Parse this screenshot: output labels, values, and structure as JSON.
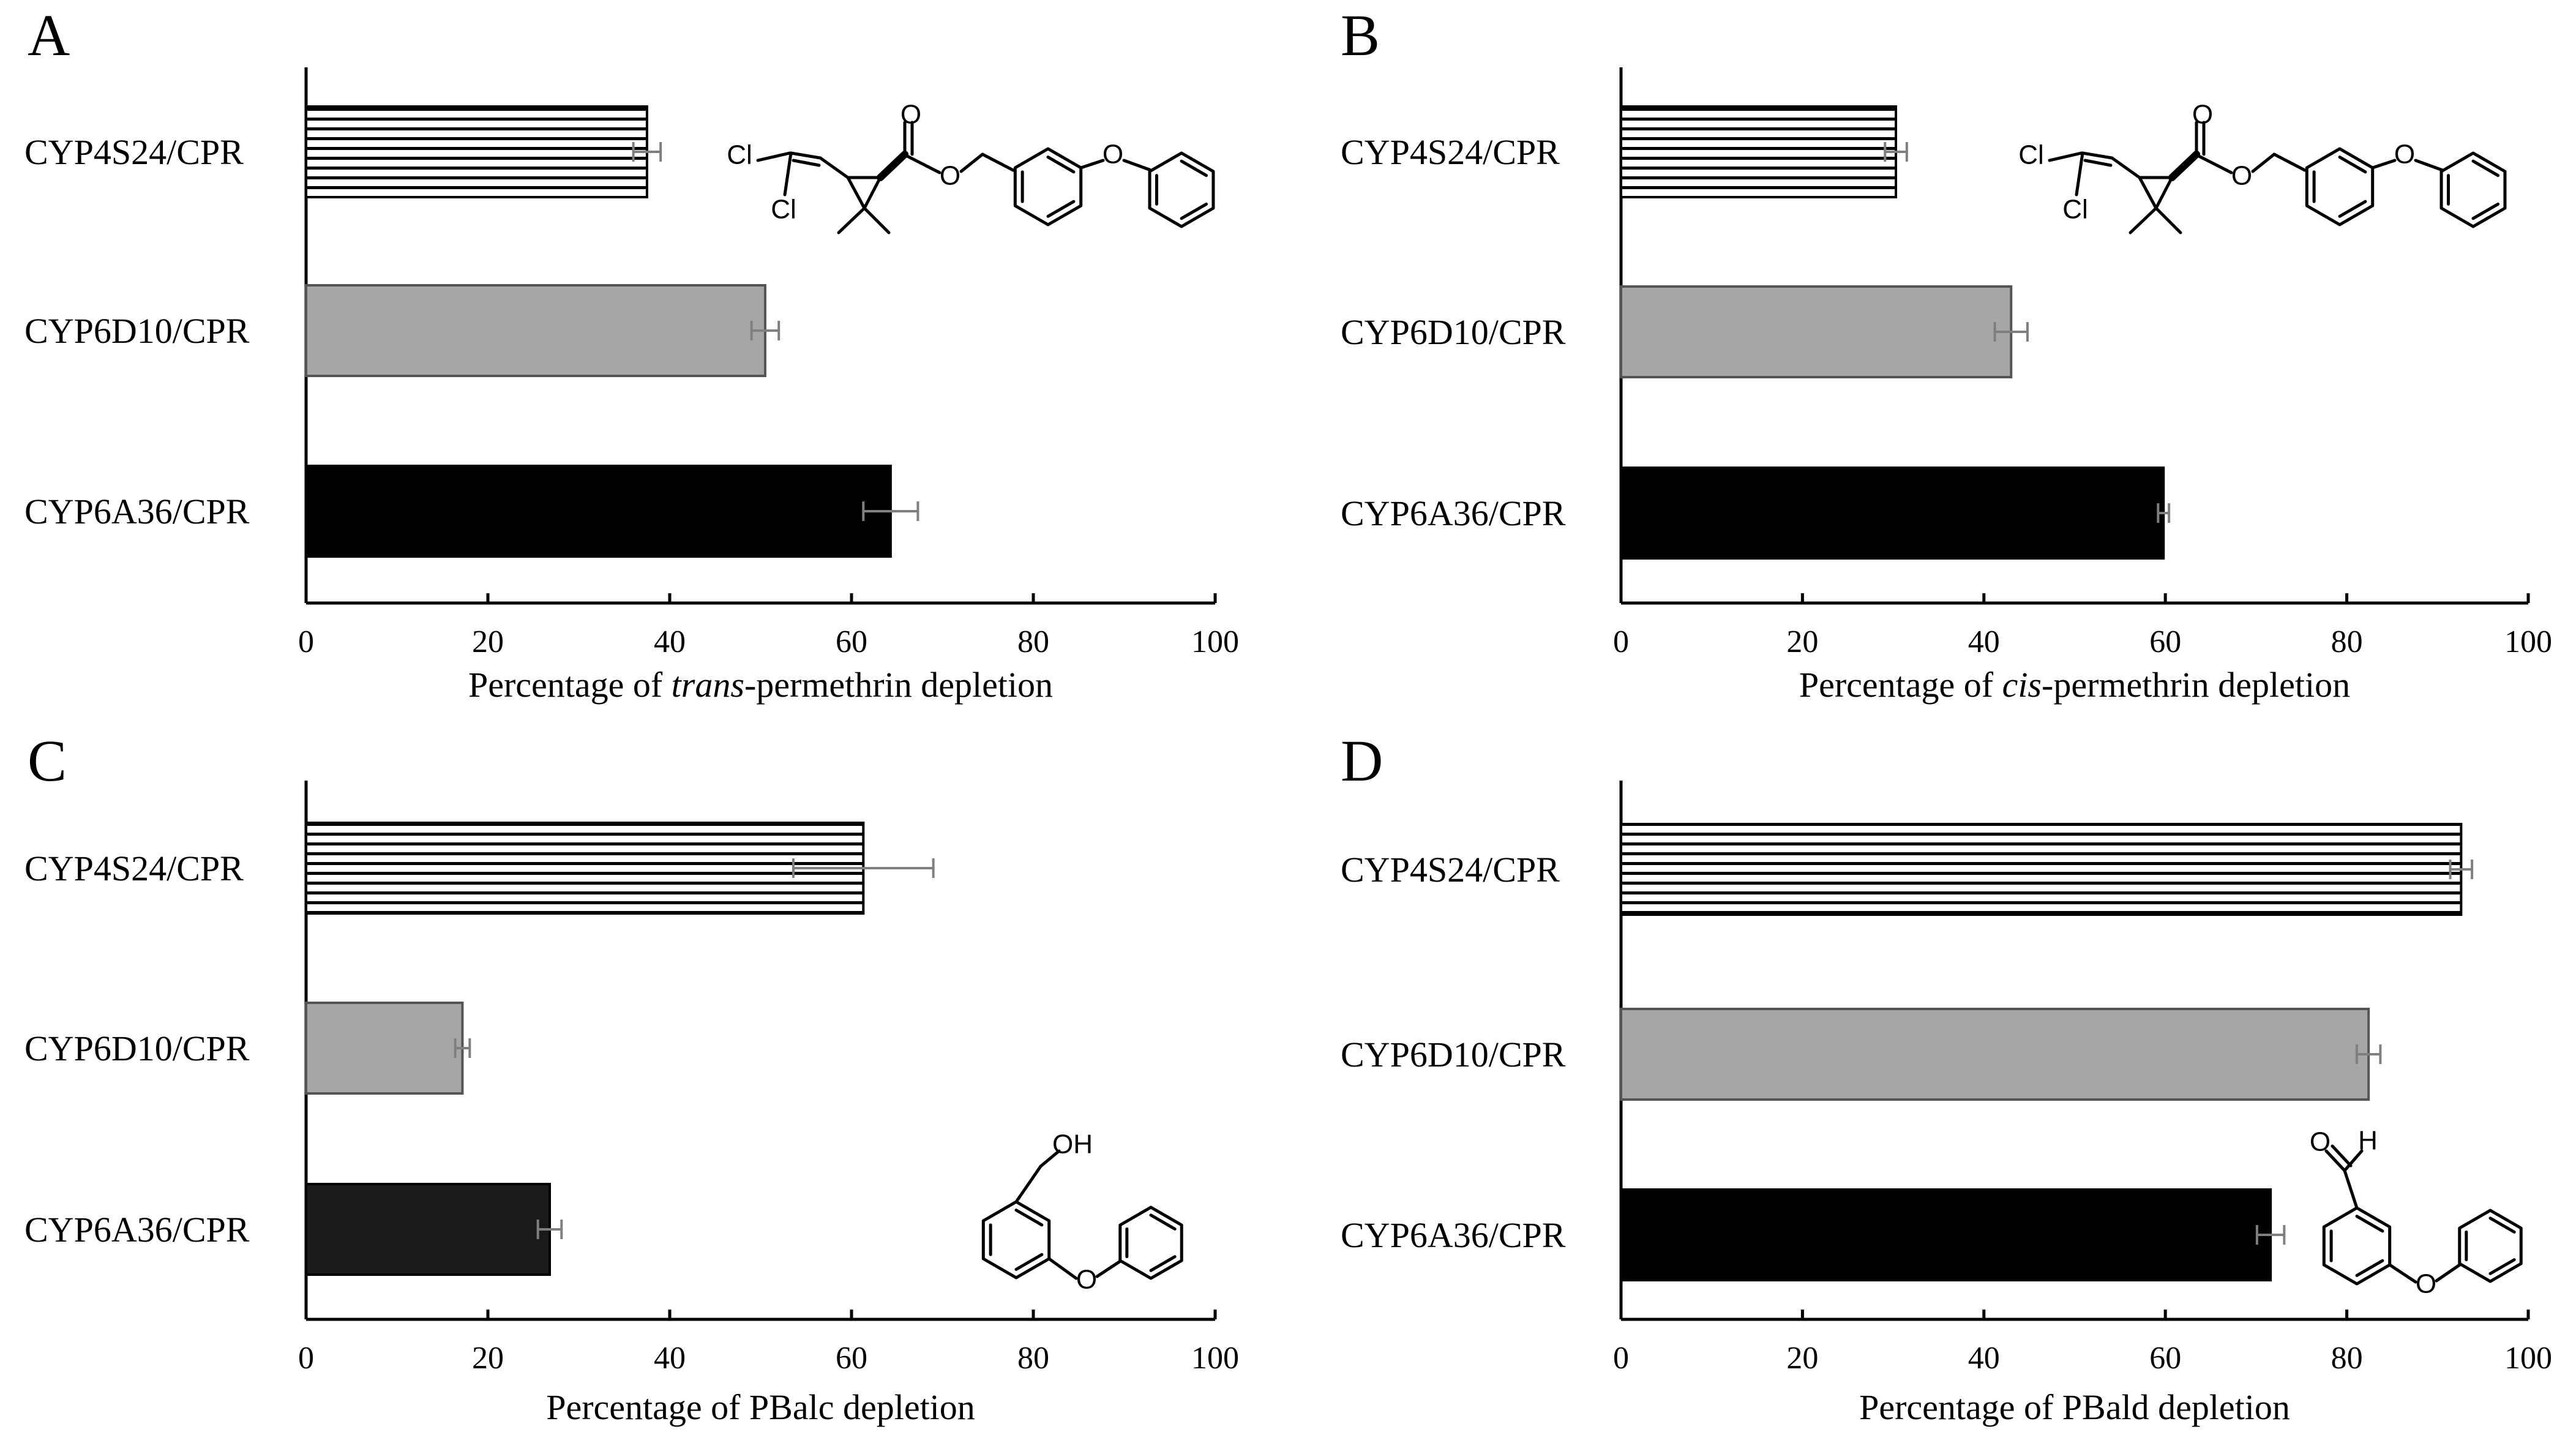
{
  "chart_data": [
    {
      "type": "bar",
      "orientation": "horizontal",
      "panel": "A",
      "categories": [
        "CYP4S24/CPR",
        "CYP6D10/CPR",
        "CYP6A36/CPR"
      ],
      "values": [
        37.5,
        50.5,
        64.3
      ],
      "errors": [
        1.5,
        1.5,
        3.0
      ],
      "bar_styles": [
        "striped",
        "gray",
        "black"
      ],
      "colors": [
        "#ffffff",
        "#a6a6a6",
        "#000000"
      ],
      "xlim": [
        0,
        100
      ],
      "xticks": [
        0,
        20,
        40,
        60,
        80,
        100
      ],
      "xlabel_before": "Percentage of ",
      "xlabel_italic": "trans",
      "xlabel_after": "-permethrin depletion",
      "structure": "permethrin",
      "structure_position": "top-right"
    },
    {
      "type": "bar",
      "orientation": "horizontal",
      "panel": "B",
      "categories": [
        "CYP4S24/CPR",
        "CYP6D10/CPR",
        "CYP6A36/CPR"
      ],
      "values": [
        30.3,
        43.0,
        59.8
      ],
      "errors": [
        1.2,
        1.8,
        0.6
      ],
      "bar_styles": [
        "striped",
        "gray",
        "black"
      ],
      "colors": [
        "#ffffff",
        "#a6a6a6",
        "#000000"
      ],
      "xlim": [
        0,
        100
      ],
      "xticks": [
        0,
        20,
        40,
        60,
        80,
        100
      ],
      "xlabel_before": "Percentage of ",
      "xlabel_italic": "cis",
      "xlabel_after": "-permethrin depletion",
      "structure": "permethrin",
      "structure_position": "top-right"
    },
    {
      "type": "bar",
      "orientation": "horizontal",
      "panel": "C",
      "categories": [
        "CYP4S24/CPR",
        "CYP6D10/CPR",
        "CYP6A36/CPR"
      ],
      "values": [
        61.3,
        17.2,
        26.8
      ],
      "errors": [
        7.7,
        0.8,
        1.3
      ],
      "bar_styles": [
        "striped",
        "gray",
        "black"
      ],
      "colors": [
        "#ffffff",
        "#a6a6a6",
        "#1a1a1a"
      ],
      "xlim": [
        0,
        100
      ],
      "xticks": [
        0,
        20,
        40,
        60,
        80,
        100
      ],
      "xlabel_before": "Percentage of PBalc depletion",
      "xlabel_italic": "",
      "xlabel_after": "",
      "structure": "pbalc",
      "structure_position": "bottom-right",
      "structure_labels": [
        "OH",
        "O"
      ]
    },
    {
      "type": "bar",
      "orientation": "horizontal",
      "panel": "D",
      "categories": [
        "CYP4S24/CPR",
        "CYP6D10/CPR",
        "CYP6A36/CPR"
      ],
      "values": [
        92.6,
        82.4,
        71.6
      ],
      "errors": [
        1.2,
        1.3,
        1.5
      ],
      "bar_styles": [
        "striped",
        "gray",
        "black"
      ],
      "colors": [
        "#ffffff",
        "#a6a6a6",
        "#000000"
      ],
      "xlim": [
        0,
        100
      ],
      "xticks": [
        0,
        20,
        40,
        60,
        80,
        100
      ],
      "xlabel_before": "Percentage of PBald depletion",
      "xlabel_italic": "",
      "xlabel_after": "",
      "structure": "pbald",
      "structure_position": "bottom-right",
      "structure_labels": [
        "O",
        "H",
        "O"
      ]
    }
  ],
  "chem_labels": {
    "cl": "Cl",
    "o": "O"
  }
}
